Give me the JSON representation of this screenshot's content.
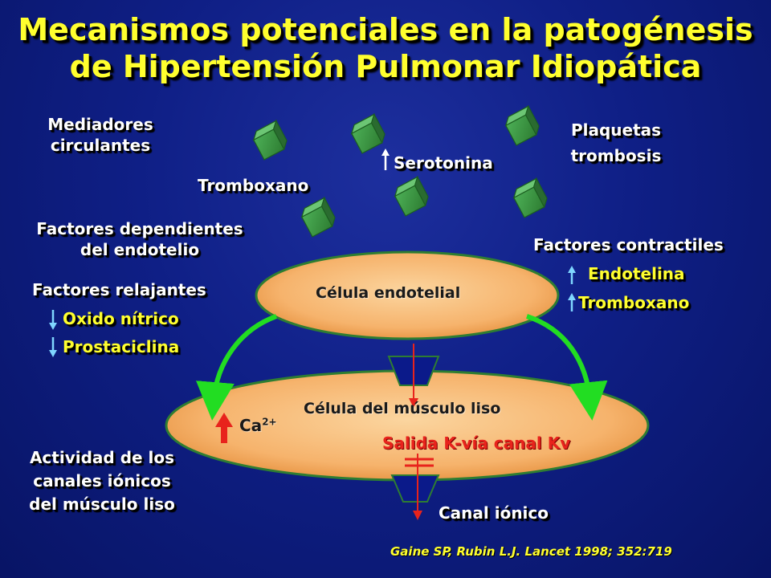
{
  "title": {
    "line1": "Mecanismos potenciales en la patogénesis",
    "line2": "de Hipertensión Pulmonar Idiopática"
  },
  "circulating": {
    "mediators_line1": "Mediadores",
    "mediators_line2": "circulantes",
    "thromboxane": "Tromboxano",
    "serotonin": "Serotonina",
    "platelets_line1": "Plaquetas",
    "platelets_line2": "trombosis"
  },
  "endothelium": {
    "factors_line1": "Factores dependientes",
    "factors_line2": "del endotelio",
    "relaxing": "Factores relajantes",
    "nitric_oxide": "Oxido nítrico",
    "prostacyclin": "Prostaciclina",
    "contractile": "Factores contractiles",
    "endothelin": "Endotelina",
    "thromboxane": "Tromboxano",
    "cell_label": "Célula endotelial"
  },
  "smooth_muscle": {
    "cell_label": "Célula del músculo liso",
    "calcium": "Ca",
    "calcium_sup": "2+",
    "k_efflux": "Salida K-vía canal Kv",
    "channel": "Canal iónico",
    "activity_line1": "Actividad de los",
    "activity_line2": "canales iónicos",
    "activity_line3": "del músculo liso"
  },
  "citation": "Gaine SP, Rubin L.J. Lancet 1998; 352:719",
  "colors": {
    "title": "#ffff2e",
    "cell_fill": "#f6b36c",
    "cell_border": "#2e7d32",
    "green_arrow": "#22dd22",
    "red_arrow": "#e8231c",
    "cyan_arrow": "#7fd6ff",
    "cube": "#3f9a4a",
    "channel": "#0b1a8a"
  }
}
